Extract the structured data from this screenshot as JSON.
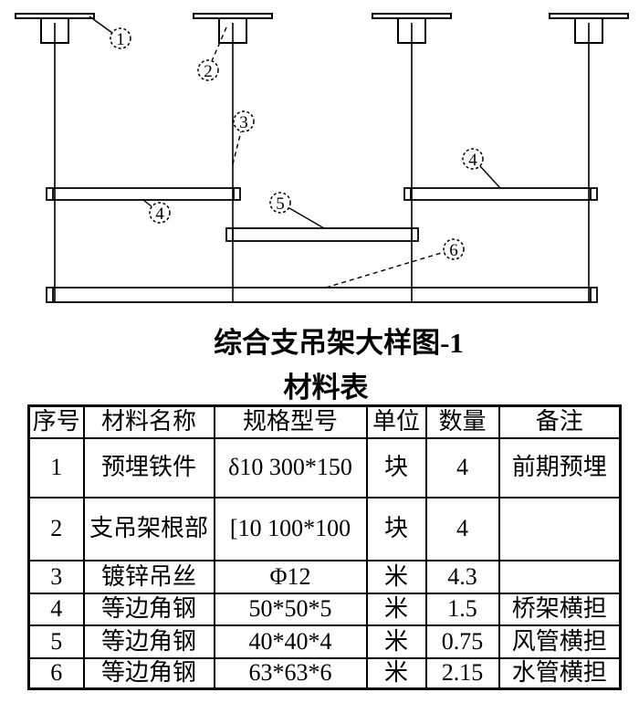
{
  "drawing": {
    "title": "综合支吊架大样图-1",
    "callouts": [
      {
        "num": "1"
      },
      {
        "num": "2"
      },
      {
        "num": "3"
      },
      {
        "num": "4"
      },
      {
        "num": "4"
      },
      {
        "num": "5"
      },
      {
        "num": "6"
      }
    ]
  },
  "table": {
    "title": "材料表",
    "headers": [
      "序号",
      "材料名称",
      "规格型号",
      "单位",
      "数量",
      "备注"
    ],
    "rows": [
      [
        "1",
        "预埋铁件",
        "δ10 300*150",
        "块",
        "4",
        "前期预埋"
      ],
      [
        "2",
        "支吊架根部",
        "[10 100*100",
        "块",
        "4",
        ""
      ],
      [
        "3",
        "镀锌吊丝",
        "Φ12",
        "米",
        "4.3",
        ""
      ],
      [
        "4",
        "等边角钢",
        "50*50*5",
        "米",
        "1.5",
        "桥架横担"
      ],
      [
        "5",
        "等边角钢",
        "40*40*4",
        "米",
        "0.75",
        "风管横担"
      ],
      [
        "6",
        "等边角钢",
        "63*63*6",
        "米",
        "2.15",
        "水管横担"
      ]
    ]
  },
  "colors": {
    "ink": "#000000",
    "paper": "#ffffff"
  }
}
